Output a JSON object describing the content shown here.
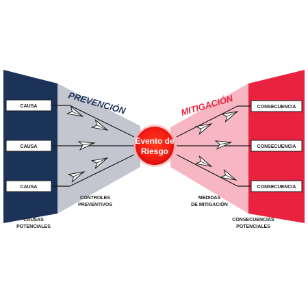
{
  "colors": {
    "navy": "#1c3359",
    "grey_band": "#c3c6cf",
    "pink_band": "#f6b7c3",
    "red": "#e8223f",
    "event_core": "#ff2a12",
    "event_edge": "#d90f0f",
    "line": "#1a1a1a"
  },
  "icons": {
    "barrier": "paper-plane-icon"
  },
  "prevention": {
    "title": "PREVENCIÓN",
    "causes": [
      "CAUSA",
      "CAUSA",
      "CAUSA"
    ],
    "controls_label": [
      "CONTROLES",
      "PREVENTIVOS"
    ],
    "causes_label": [
      "CAUSAS",
      "POTENCIALES"
    ]
  },
  "event": {
    "lines": [
      "Evento de",
      "Riesgo"
    ]
  },
  "mitigation": {
    "title": "MITIGACIÓN",
    "consequences": [
      "CONSECUENCIA",
      "CONSECUENCIA",
      "CONSECUENCIA"
    ],
    "measures_label": [
      "MEDIDAS",
      "DE MITIGACIÓN"
    ],
    "consequences_label": [
      "CONSECUENCIAS",
      "POTENCIALES"
    ]
  }
}
